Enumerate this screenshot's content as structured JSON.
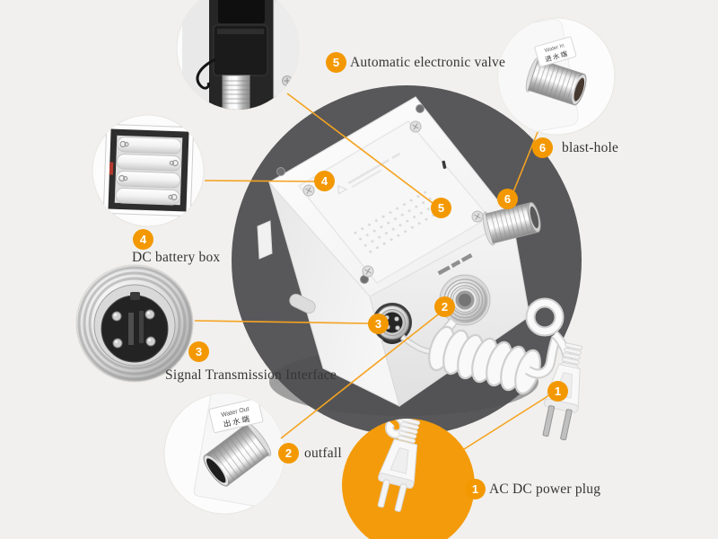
{
  "colors": {
    "background": "#f1f0ee",
    "accent_orange": "#f39800",
    "dark_circle": "#58585a",
    "label_text": "#353535"
  },
  "callouts": [
    {
      "number": "1",
      "label": "AC DC power plug"
    },
    {
      "number": "2",
      "label": "outfall"
    },
    {
      "number": "3",
      "label": "Signal Transmission Interface"
    },
    {
      "number": "4",
      "label": "DC battery box"
    },
    {
      "number": "5",
      "label": "Automatic electronic valve"
    },
    {
      "number": "6",
      "label": "blast-hole"
    }
  ],
  "stickers": {
    "water_out": {
      "en": "Water Out",
      "zh": "出水端"
    },
    "water_in": {
      "en": "Water In",
      "zh": "进水端"
    }
  }
}
